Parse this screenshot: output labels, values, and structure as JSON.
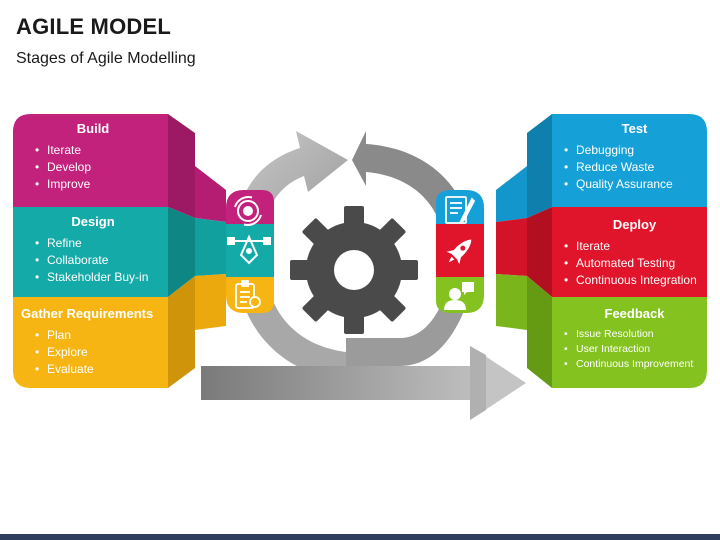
{
  "header": {
    "title": "AGILE MODEL",
    "subtitle": "Stages of Agile Modelling"
  },
  "stages_left": [
    {
      "title": "Build",
      "items": [
        "Iterate",
        "Develop",
        "Improve"
      ],
      "color": "#c2217c",
      "icon": "gear-cycle-icon"
    },
    {
      "title": "Design",
      "items": [
        "Refine",
        "Collaborate",
        "Stakeholder Buy-in"
      ],
      "color": "#13aaa8",
      "icon": "pen-tool-icon"
    },
    {
      "title": "Gather Requirements",
      "items": [
        "Plan",
        "Explore",
        "Evaluate"
      ],
      "color": "#f6b512",
      "icon": "checklist-icon"
    }
  ],
  "stages_right": [
    {
      "title": "Test",
      "items": [
        "Debugging",
        "Reduce Waste",
        "Quality Assurance"
      ],
      "color": "#15a1d8",
      "icon": "document-pen-icon"
    },
    {
      "title": "Deploy",
      "items": [
        "Iterate",
        "Automated Testing",
        "Continuous Integration"
      ],
      "color": "#e0142a",
      "icon": "rocket-icon"
    },
    {
      "title": "Feedback",
      "items": [
        "Issue Resolution",
        "User Interaction",
        "Continuous Improvement"
      ],
      "color": "#84c21f",
      "icon": "user-chat-icon"
    }
  ],
  "center_icon": "gear-icon",
  "cycle_arrow_icon": "cycle-arrow-icon"
}
